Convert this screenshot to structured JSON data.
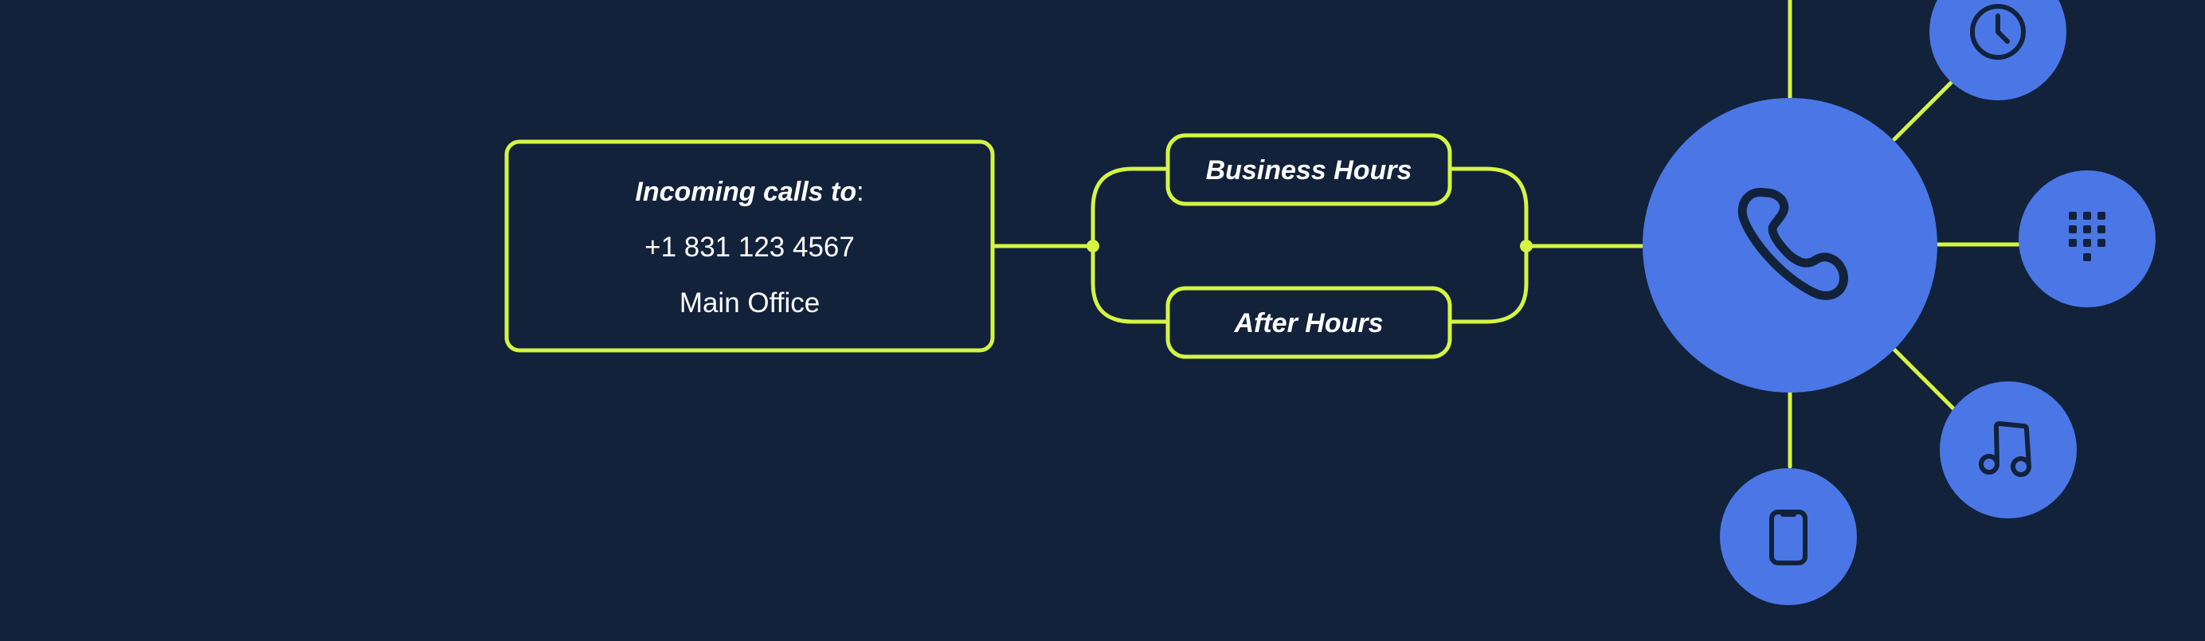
{
  "colors": {
    "background": "#12223a",
    "connector": "#d4f542",
    "node_fill": "#4a77e5",
    "icon_stroke": "#12223a",
    "text": "#ffffff"
  },
  "incoming": {
    "title": "Incoming calls to",
    "title_suffix": ":",
    "phone_number": "+1 831 123 4567",
    "location": "Main Office"
  },
  "branches": {
    "business_hours": "Business Hours",
    "after_hours": "After Hours"
  },
  "icons": {
    "hub": "phone-icon",
    "schedule": "clock-icon",
    "keypad": "dialpad-icon",
    "music": "music-note-icon",
    "device": "mobile-phone-icon"
  }
}
